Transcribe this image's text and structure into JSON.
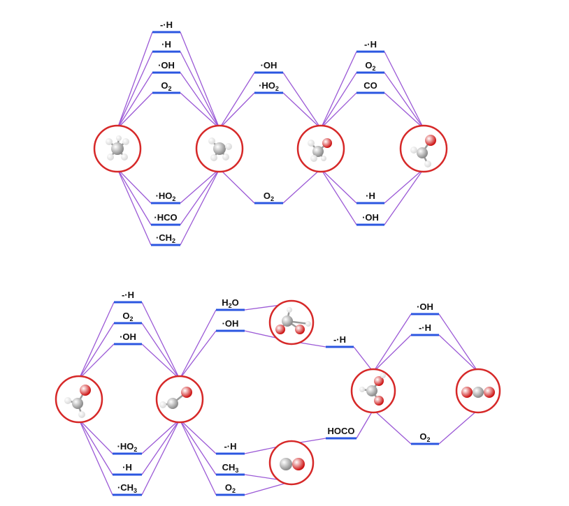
{
  "colors": {
    "connector": "#9b59d6",
    "level_line": "#2b56e0",
    "node_ring": "#d62828",
    "atom_carbon": "#8a8a8a",
    "atom_hydrogen": "#d9d9d9",
    "atom_oxygen": "#cc1111"
  },
  "top_diagram": {
    "labels": {
      "a1": {
        "main": "-·H"
      },
      "a2": {
        "main": "·H"
      },
      "a3": {
        "main": "·OH"
      },
      "a4": {
        "main": "O",
        "sub": "2"
      },
      "a5": {
        "main": "·HO",
        "sub": "2"
      },
      "a6": {
        "main": "·HCO"
      },
      "a7": {
        "main": "·CH",
        "sub": "2"
      },
      "b1": {
        "main": "·OH"
      },
      "b2": {
        "main": "·HO",
        "sub": "2"
      },
      "b3": {
        "main": "O",
        "sub": "2"
      },
      "c1": {
        "main": "-·H"
      },
      "c2": {
        "main": "O",
        "sub": "2"
      },
      "c3": {
        "main": "CO"
      },
      "c4": {
        "main": "·H"
      },
      "c5": {
        "main": "·OH"
      }
    }
  },
  "bottom_diagram": {
    "labels": {
      "d1": {
        "main": "-·H"
      },
      "d2": {
        "main": "O",
        "sub": "2"
      },
      "d3": {
        "main": "·OH"
      },
      "d4": {
        "main": "·HO",
        "sub": "2"
      },
      "d5": {
        "main": "·H"
      },
      "d6": {
        "main": "·CH",
        "sub": "3"
      },
      "e1": {
        "main": "H",
        "sub": "2",
        "tail": "O"
      },
      "e2": {
        "main": "·OH"
      },
      "e3": {
        "main": "-·H"
      },
      "e4": {
        "main": "CH",
        "sub": "3"
      },
      "e5": {
        "main": "O",
        "sub": "2"
      },
      "f1": {
        "main": "-·H"
      },
      "f2": {
        "main": "HOCO"
      },
      "g1": {
        "main": "·OH"
      },
      "g2": {
        "main": "-·H"
      },
      "g3": {
        "main": "O",
        "sub": "2"
      }
    }
  }
}
